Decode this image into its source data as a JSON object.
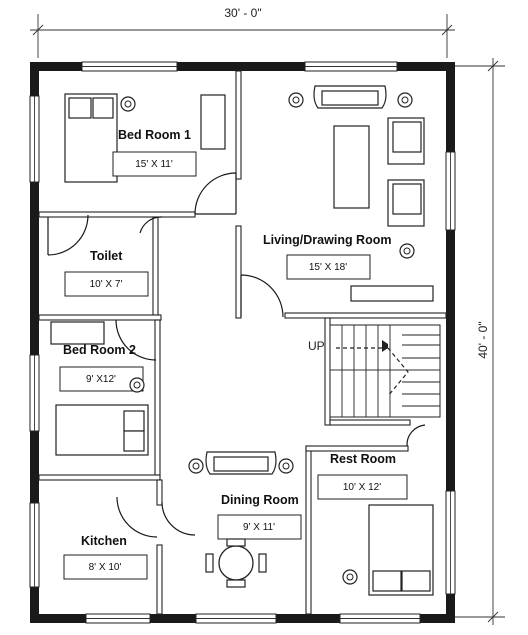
{
  "plan": {
    "overall_width": "30' - 0\"",
    "overall_depth": "40' - 0\"",
    "stair_label": "UP"
  },
  "rooms": {
    "bedroom1": {
      "name": "Bed Room 1",
      "size": "15' X 11'"
    },
    "living": {
      "name": "Living/Drawing Room",
      "size": "15' X 18'"
    },
    "toilet": {
      "name": "Toilet",
      "size": "10' X 7'"
    },
    "bedroom2": {
      "name": "Bed Room 2",
      "size": "9' X12'"
    },
    "rest": {
      "name": "Rest Room",
      "size": "10' X 12'"
    },
    "dining": {
      "name": "Dining Room",
      "size": "9' X 11'"
    },
    "kitchen": {
      "name": "Kitchen",
      "size": "8' X 10'"
    }
  }
}
